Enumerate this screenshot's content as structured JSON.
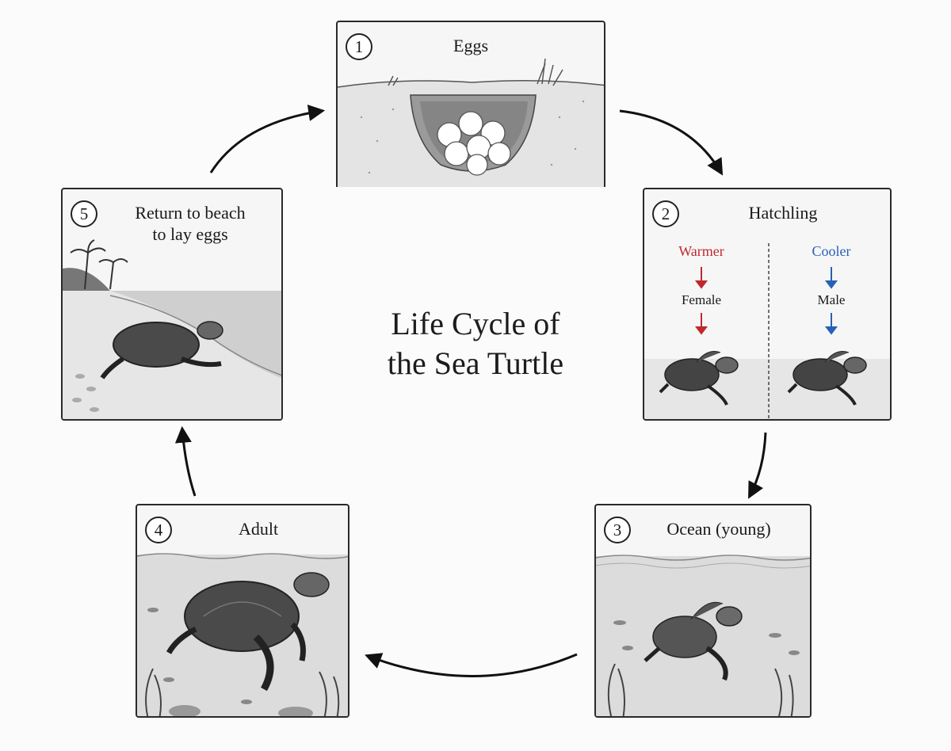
{
  "title_line1": "Life Cycle of",
  "title_line2": "the Sea Turtle",
  "stages": [
    {
      "number": "1",
      "title": "Eggs"
    },
    {
      "number": "2",
      "title": "Hatchling"
    },
    {
      "number": "3",
      "title": "Ocean (young)"
    },
    {
      "number": "4",
      "title": "Adult"
    },
    {
      "number": "5",
      "title_line1": "Return to beach",
      "title_line2": "to lay eggs"
    }
  ],
  "hatchling": {
    "warm_label": "Warmer",
    "warm_result": "Female",
    "cool_label": "Cooler",
    "cool_result": "Male",
    "warm_color": "#c0282e",
    "cool_color": "#2860b8"
  }
}
